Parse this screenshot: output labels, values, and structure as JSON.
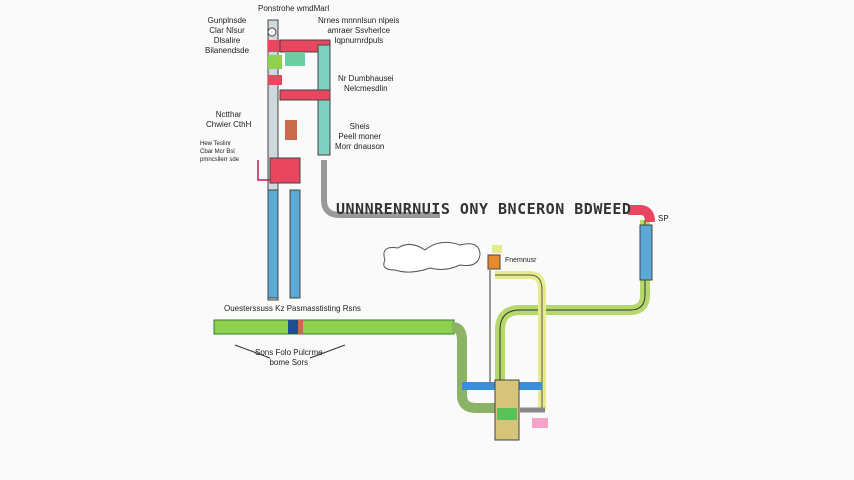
{
  "labels": {
    "top_title": "Ponstrohe wmdMarl",
    "left_block": [
      "Gunplnsde",
      "Clar Nlsur",
      "Dlsalire",
      "Bilanendsde"
    ],
    "right_block": [
      "Nrnes mnnnlsun nlpeis",
      "amraer Ssvherlce",
      "Iqpnurnrdpuls"
    ],
    "mid_right": [
      "Nr Dumbhausei",
      "Nelcmesdlin"
    ],
    "lower_right": [
      "Sheis",
      "Peell moner",
      "Morr dnauson"
    ],
    "left_mid": [
      "Nctthar",
      "Chwier CthH"
    ],
    "left_small": [
      "Hew Teslinr",
      "Cbar Mcr Bsl",
      "pmncsllerr sde"
    ],
    "banner": "UNNNRENRNUIS ONY BNCERON BDWEED",
    "pipe_label": "Ouesterssuss Kz Pasmasstisting Rsns",
    "pipe_sub": [
      "Sons Folo Pulcrme",
      "bome Sors"
    ],
    "valve_label": "Fnemnusr",
    "corner_label": "SP"
  },
  "colors": {
    "green": "#8fd14f",
    "blue": "#5aa9d6",
    "red": "#e8475f",
    "gray": "#cfcfcf",
    "yellow": "#e6ec8a"
  }
}
